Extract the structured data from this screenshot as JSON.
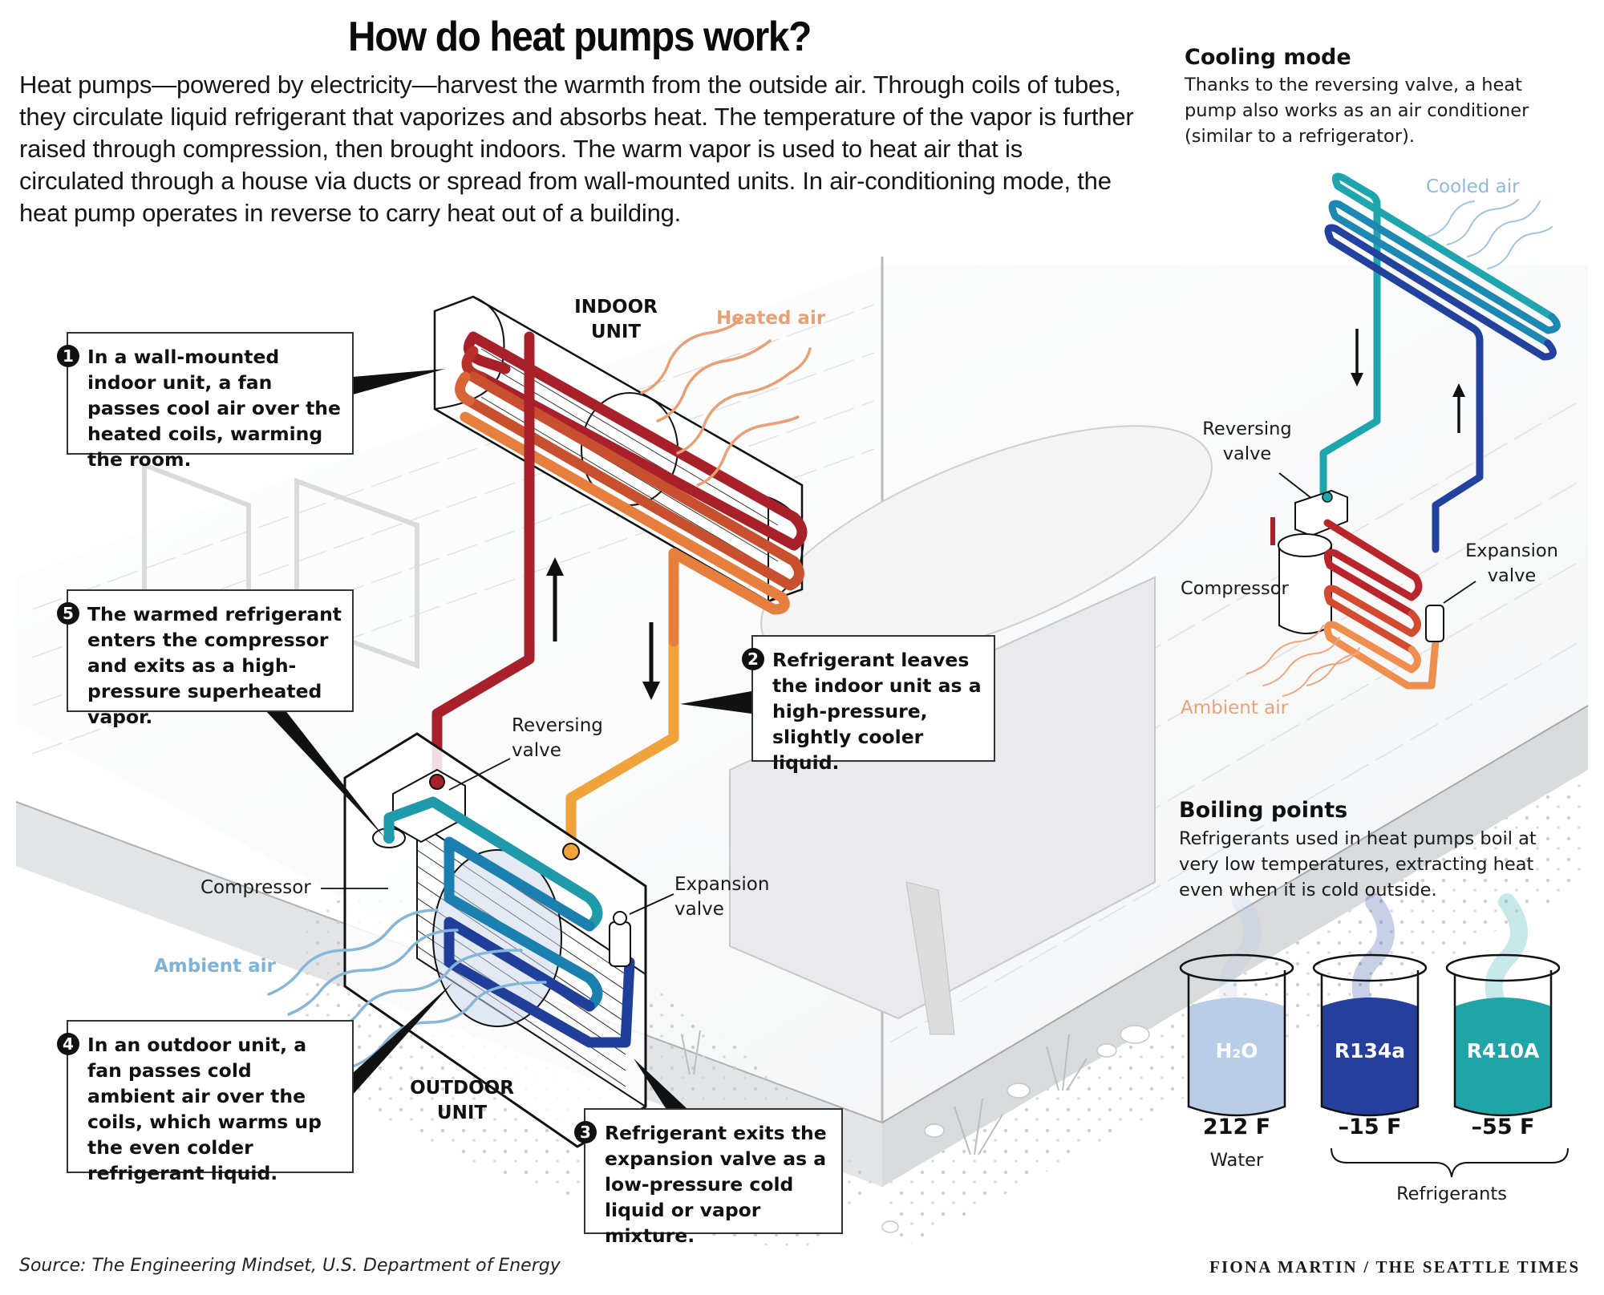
{
  "header": {
    "title": "How do heat pumps work?",
    "intro": "Heat pumps—powered by electricity—harvest the warmth from the outside air. Through coils of tubes, they circulate liquid refrigerant that vaporizes and absorbs heat. The temperature of the vapor is further raised through compression, then brought indoors. The warm vapor is used to heat air that is circulated through a house via ducts or spread from wall-mounted units. In air-conditioning mode, the heat pump operates in reverse to carry heat out of a building."
  },
  "main_diagram": {
    "indoor_unit_label": [
      "INDOOR",
      "UNIT"
    ],
    "outdoor_unit_label": [
      "OUTDOOR",
      "UNIT"
    ],
    "heated_air_label": "Heated air",
    "ambient_air_label": "Ambient air",
    "reversing_valve_label": [
      "Reversing",
      "valve"
    ],
    "expansion_valve_label": [
      "Expansion",
      "valve"
    ],
    "compressor_label": "Compressor",
    "flow_arrows": [
      {
        "pipe": "hot-vapor",
        "direction": "up"
      },
      {
        "pipe": "liquid",
        "direction": "down"
      }
    ],
    "callouts": [
      {
        "number": "1",
        "text": "In a wall-mounted indoor unit, a fan passes cool air over the heated coils, warming the room."
      },
      {
        "number": "2",
        "text": "Refrigerant leaves the indoor unit as a high-pressure, slightly cooler liquid."
      },
      {
        "number": "3",
        "text": "Refrigerant exits the expansion valve as a low-pressure cold liquid or vapor mixture."
      },
      {
        "number": "4",
        "text": "In an outdoor unit, a fan passes cold ambient air over the coils, which warms up the even colder refrigerant liquid."
      },
      {
        "number": "5",
        "text": "The warmed refrigerant enters the compressor and exits as a high-pressure superheated vapor."
      }
    ]
  },
  "cooling_mode": {
    "title": "Cooling mode",
    "text": "Thanks to the reversing valve, a heat pump also works as an air conditioner (similar to a refrigerator).",
    "cooled_air_label": "Cooled air",
    "ambient_air_label": "Ambient air",
    "reversing_valve_label": [
      "Reversing",
      "valve"
    ],
    "compressor_label": "Compressor",
    "expansion_valve_label": [
      "Expansion",
      "valve"
    ]
  },
  "boiling_points": {
    "title": "Boiling points",
    "text": "Refrigerants used in heat pumps boil at very low temperatures, extracting heat even when it is cold outside.",
    "beakers": [
      {
        "name": "H₂O",
        "temp": "212 F",
        "sublabel": "Water",
        "color": "#b9cde6"
      },
      {
        "name": "R134a",
        "temp": "–15 F",
        "sublabel": "",
        "color": "#243f9c"
      },
      {
        "name": "R410A",
        "temp": "–55 F",
        "sublabel": "",
        "color": "#1fa5a8"
      }
    ],
    "group_label": "Refrigerants"
  },
  "colors": {
    "hot_pipe": "#a8202a",
    "warm_pipe": "#e67f3e",
    "liquid_pipe": "#f0a33a",
    "cold_pipe_teal": "#1f9aaa",
    "cold_pipe_blue": "#1f3f9a",
    "heated_air": "#e8a074",
    "ambient_air": "#86b7d9"
  },
  "footer": {
    "source": "Source: The Engineering Mindset, U.S. Department of Energy",
    "credit": "FIONA MARTIN / THE SEATTLE TIMES"
  }
}
